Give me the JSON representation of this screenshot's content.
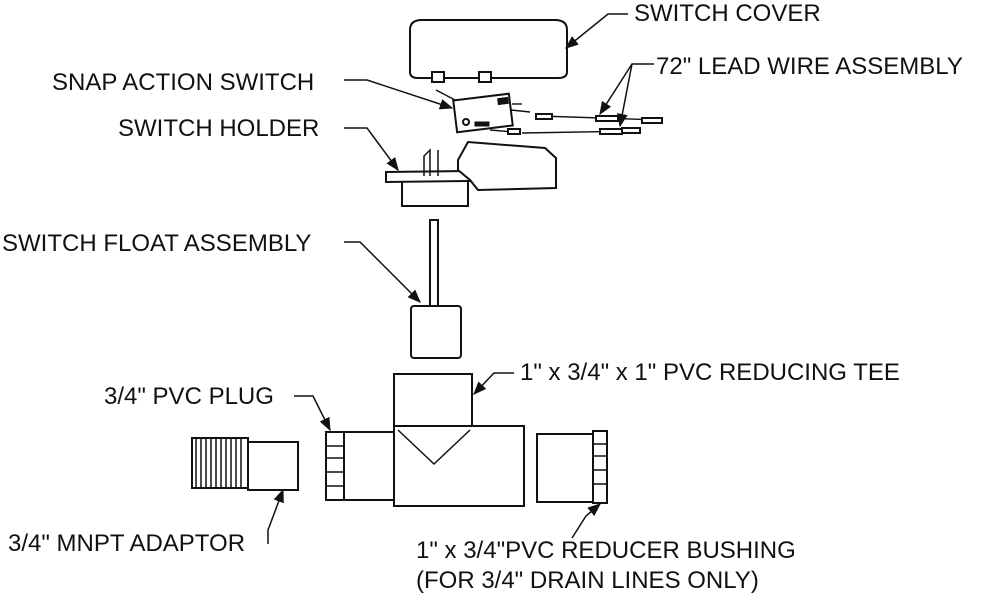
{
  "labels": {
    "switch_cover": "SWITCH COVER",
    "lead_wire": "72\" LEAD WIRE ASSEMBLY",
    "snap_switch": "SNAP ACTION SWITCH",
    "switch_holder": "SWITCH HOLDER",
    "float_assembly": "SWITCH FLOAT ASSEMBLY",
    "reducing_tee": "1\" x 3/4\" x 1\" PVC REDUCING TEE",
    "pvc_plug": "3/4\" PVC PLUG",
    "mnpt_adaptor": "3/4\" MNPT ADAPTOR",
    "reducer_bushing_1": "1\" x 3/4\"PVC REDUCER BUSHING",
    "reducer_bushing_2": "(FOR 3/4\" DRAIN LINES ONLY)"
  }
}
